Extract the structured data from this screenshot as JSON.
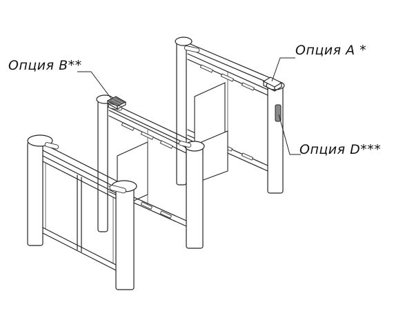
{
  "labels": {
    "option_b": "Опция B**",
    "option_a": "Опция A *",
    "option_d": "Опция D***"
  }
}
